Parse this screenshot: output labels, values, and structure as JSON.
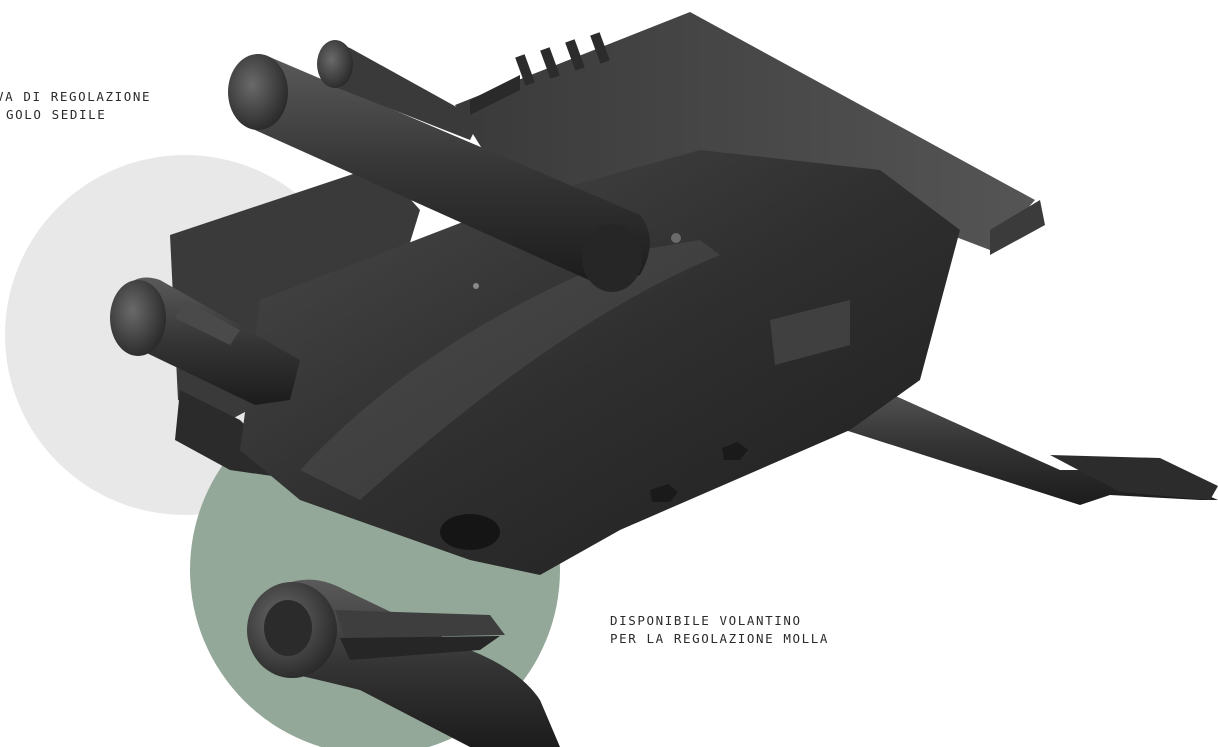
{
  "callouts": {
    "seat_angle": {
      "line1": "VA DI REGOLAZIONE",
      "line2": "GOLO SEDILE"
    },
    "spring_knob": {
      "line1": "DISPONIBILE VOLANTINO",
      "line2": "PER LA REGOLAZIONE MOLLA"
    }
  },
  "colors": {
    "background": "#ffffff",
    "grey_circle": "#e8e8e8",
    "green_circle": "#93a898",
    "mechanism_dark": "#2a2a2a",
    "mechanism_mid": "#3c3c3c",
    "mechanism_light": "#555555",
    "text": "#2b2b2b"
  },
  "subject": {
    "icon": "office-chair-mechanism-icon"
  }
}
